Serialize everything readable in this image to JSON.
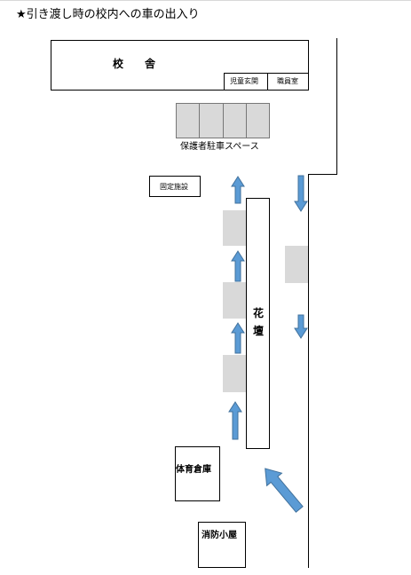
{
  "title": "★引き渡し時の校内への車の出入り",
  "labels": {
    "school_building": "校　　舎",
    "student_entrance": "児童玄関",
    "staff_room": "職員室",
    "parent_parking": "保護者駐車スペース",
    "fixed_facility": "固定施設",
    "flower_bed_1": "花",
    "flower_bed_2": "壇",
    "gym_storage": "体育倉庫",
    "fire_hut": "消防小屋"
  },
  "colors": {
    "arrow_fill": "#5b9bd5",
    "arrow_stroke": "#41719c",
    "space_gray": "#d9d9d9"
  },
  "arrows": [
    {
      "name": "arrow-up-1",
      "direction": "up"
    },
    {
      "name": "arrow-up-2",
      "direction": "up"
    },
    {
      "name": "arrow-up-3",
      "direction": "up"
    },
    {
      "name": "arrow-up-4",
      "direction": "up"
    },
    {
      "name": "arrow-down-1",
      "direction": "down"
    },
    {
      "name": "arrow-down-2",
      "direction": "down"
    },
    {
      "name": "arrow-diagonal-entry",
      "direction": "up-left"
    }
  ]
}
